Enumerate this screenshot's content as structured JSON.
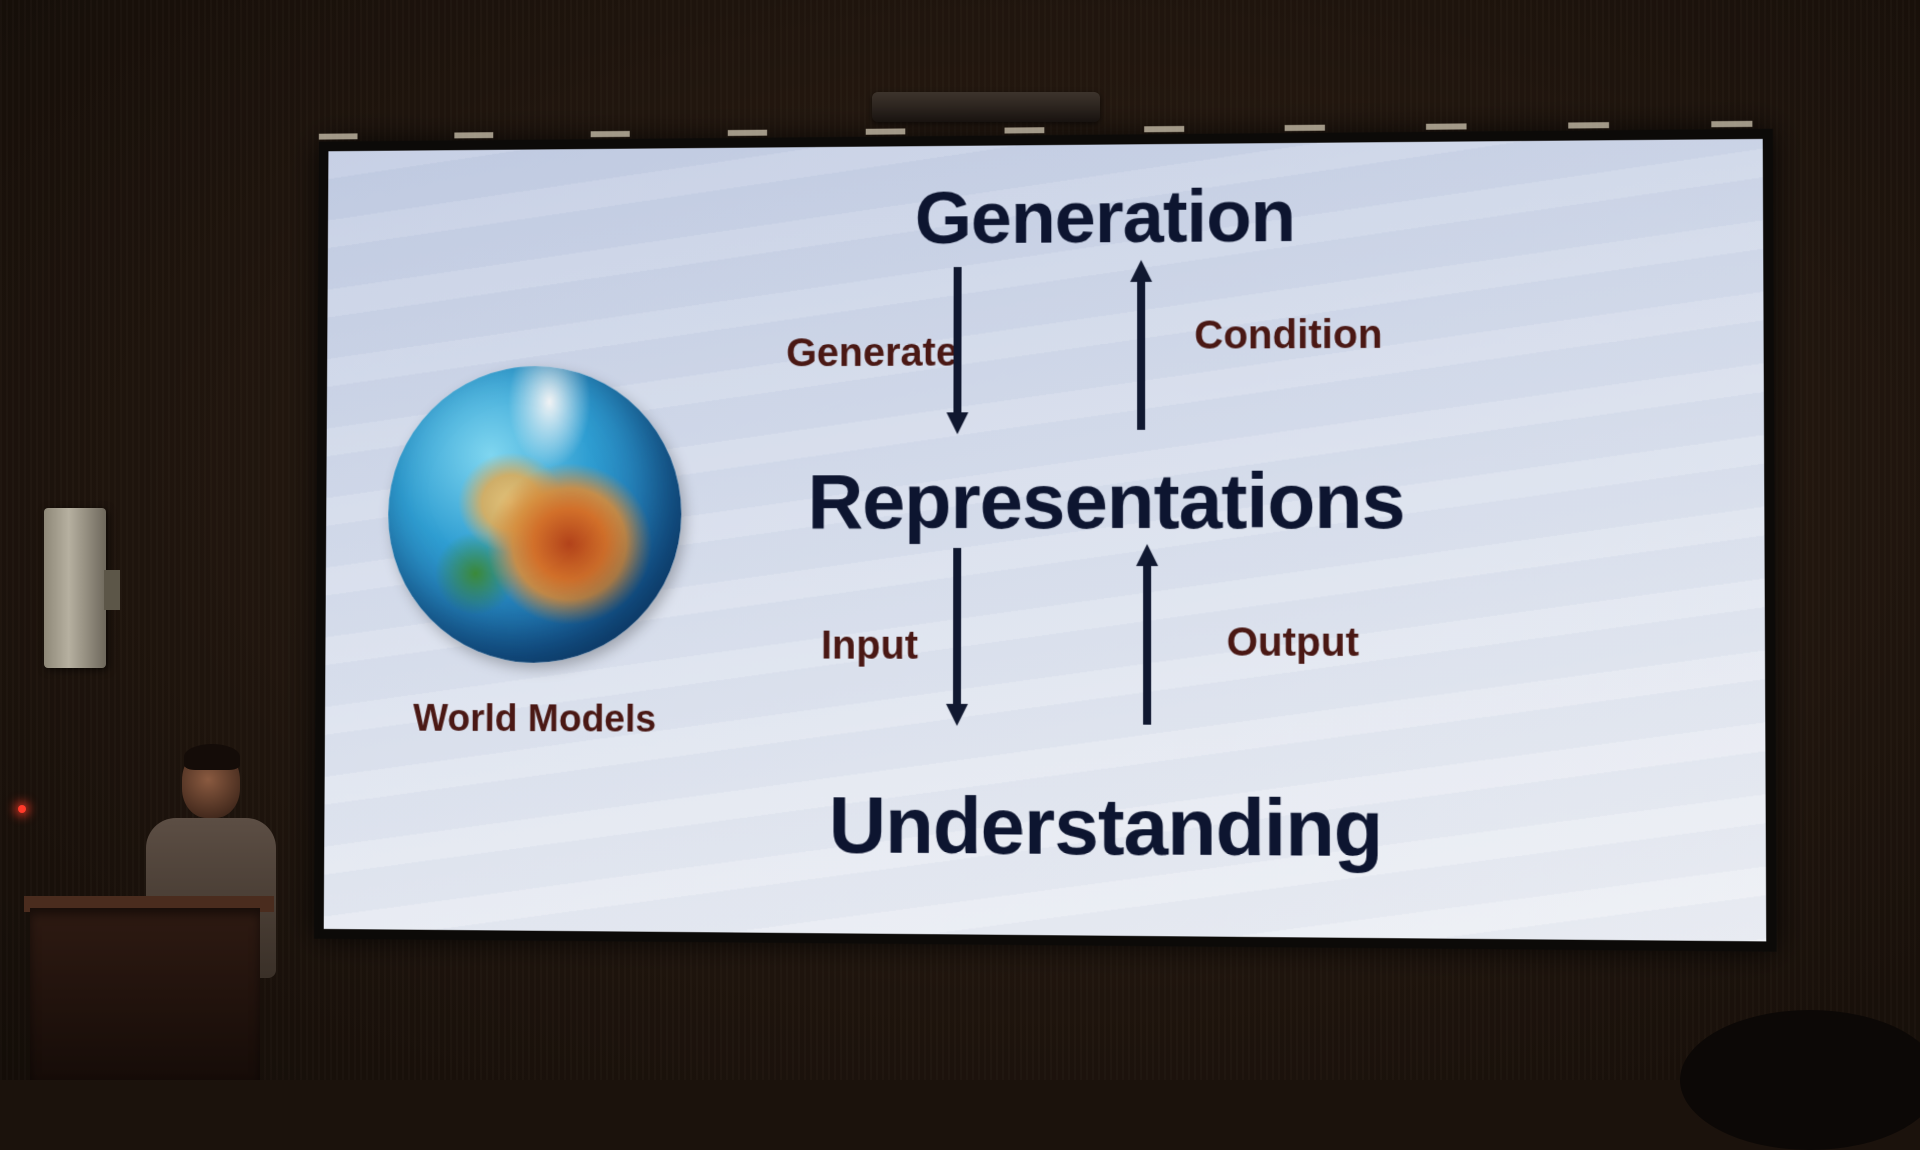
{
  "slide": {
    "terms": {
      "top": "Generation",
      "middle": "Representations",
      "bottom": "Understanding"
    },
    "arrow_labels": {
      "generate": "Generate",
      "condition": "Condition",
      "input": "Input",
      "output": "Output"
    },
    "figure_caption": "World Models"
  },
  "colors": {
    "term_text": "#0d1530",
    "label_text": "#4a1814",
    "arrow": "#101830"
  }
}
